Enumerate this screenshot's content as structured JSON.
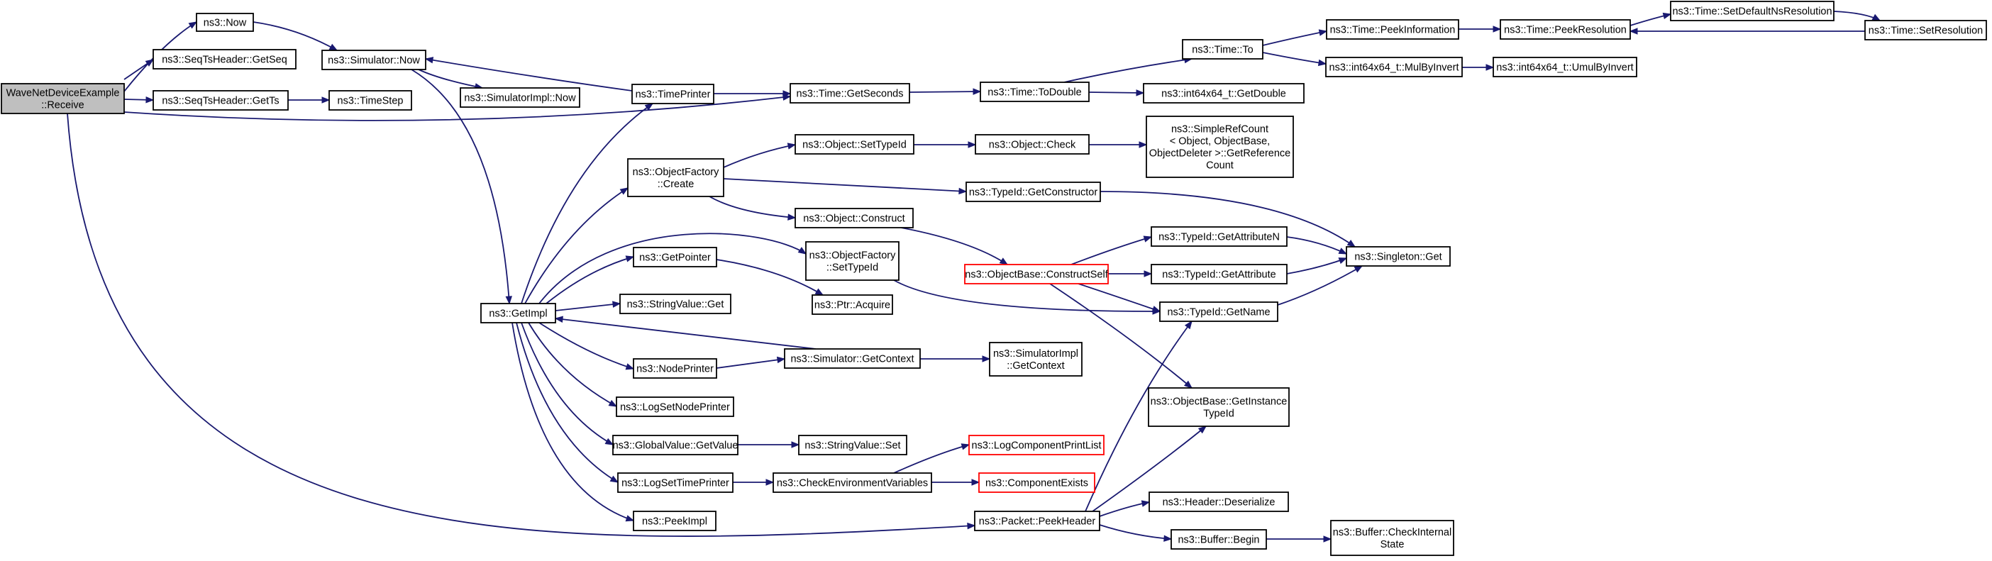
{
  "colors": {
    "node_border": "#000000",
    "node_border_missing": "#ff0000",
    "node_fill": "#ffffff",
    "root_fill": "#bfbfbf",
    "edge": "#191970"
  },
  "nodes": [
    {
      "id": "root",
      "lines": [
        "WaveNetDeviceExample",
        "::Receive"
      ]
    },
    {
      "id": "now",
      "lines": [
        "ns3::Now"
      ]
    },
    {
      "id": "getseq",
      "lines": [
        "ns3::SeqTsHeader::GetSeq"
      ]
    },
    {
      "id": "getts",
      "lines": [
        "ns3::SeqTsHeader::GetTs"
      ]
    },
    {
      "id": "timestep",
      "lines": [
        "ns3::TimeStep"
      ]
    },
    {
      "id": "simnow",
      "lines": [
        "ns3::Simulator::Now"
      ]
    },
    {
      "id": "simimplnow",
      "lines": [
        "ns3::SimulatorImpl::Now"
      ]
    },
    {
      "id": "getimpl",
      "lines": [
        "ns3::GetImpl"
      ]
    },
    {
      "id": "timeprinter",
      "lines": [
        "ns3::TimePrinter"
      ]
    },
    {
      "id": "getseconds",
      "lines": [
        "ns3::Time::GetSeconds"
      ]
    },
    {
      "id": "todouble",
      "lines": [
        "ns3::Time::ToDouble"
      ]
    },
    {
      "id": "to",
      "lines": [
        "ns3::Time::To"
      ]
    },
    {
      "id": "getdouble",
      "lines": [
        "ns3::int64x64_t::GetDouble"
      ]
    },
    {
      "id": "peekinfo",
      "lines": [
        "ns3::Time::PeekInformation"
      ]
    },
    {
      "id": "mulbyinvert",
      "lines": [
        "ns3::int64x64_t::MulByInvert"
      ]
    },
    {
      "id": "peekres",
      "lines": [
        "ns3::Time::PeekResolution"
      ]
    },
    {
      "id": "umulbyinvert",
      "lines": [
        "ns3::int64x64_t::UmulByInvert"
      ]
    },
    {
      "id": "setdefaultns",
      "lines": [
        "ns3::Time::SetDefaultNsResolution"
      ]
    },
    {
      "id": "setres",
      "lines": [
        "ns3::Time::SetResolution"
      ]
    },
    {
      "id": "ofcreate",
      "lines": [
        "ns3::ObjectFactory",
        "::Create"
      ]
    },
    {
      "id": "objsettypeid",
      "lines": [
        "ns3::Object::SetTypeId"
      ]
    },
    {
      "id": "objcheck",
      "lines": [
        "ns3::Object::Check"
      ]
    },
    {
      "id": "simplerefcount",
      "lines": [
        "ns3::SimpleRefCount",
        "< Object, ObjectBase,",
        "ObjectDeleter >::GetReference",
        "Count"
      ]
    },
    {
      "id": "getconstructor",
      "lines": [
        "ns3::TypeId::GetConstructor"
      ]
    },
    {
      "id": "objconstruct",
      "lines": [
        "ns3::Object::Construct"
      ]
    },
    {
      "id": "getpointer",
      "lines": [
        "ns3::GetPointer"
      ]
    },
    {
      "id": "ofsettypeid",
      "lines": [
        "ns3::ObjectFactory",
        "::SetTypeId"
      ]
    },
    {
      "id": "constructself",
      "lines": [
        "ns3::ObjectBase::ConstructSelf"
      ],
      "missing": true
    },
    {
      "id": "getattributen",
      "lines": [
        "ns3::TypeId::GetAttributeN"
      ]
    },
    {
      "id": "getattribute",
      "lines": [
        "ns3::TypeId::GetAttribute"
      ]
    },
    {
      "id": "singletonget",
      "lines": [
        "ns3::Singleton::Get"
      ]
    },
    {
      "id": "stringvalueget",
      "lines": [
        "ns3::StringValue::Get"
      ]
    },
    {
      "id": "ptracquire",
      "lines": [
        "ns3::Ptr::Acquire"
      ]
    },
    {
      "id": "typeidgetname",
      "lines": [
        "ns3::TypeId::GetName"
      ]
    },
    {
      "id": "nodeprinter",
      "lines": [
        "ns3::NodePrinter"
      ]
    },
    {
      "id": "simgetcontext",
      "lines": [
        "ns3::Simulator::GetContext"
      ]
    },
    {
      "id": "simimplgetcontext",
      "lines": [
        "ns3::SimulatorImpl",
        "::GetContext"
      ]
    },
    {
      "id": "logsetnodeprinter",
      "lines": [
        "ns3::LogSetNodePrinter"
      ]
    },
    {
      "id": "getinstancetypeid",
      "lines": [
        "ns3::ObjectBase::GetInstance",
        "TypeId"
      ]
    },
    {
      "id": "globalvaluegetvalue",
      "lines": [
        "ns3::GlobalValue::GetValue"
      ]
    },
    {
      "id": "stringvalueset",
      "lines": [
        "ns3::StringValue::Set"
      ]
    },
    {
      "id": "logcomponentprintlist",
      "lines": [
        "ns3::LogComponentPrintList"
      ],
      "missing": true
    },
    {
      "id": "logsettimeprinter",
      "lines": [
        "ns3::LogSetTimePrinter"
      ]
    },
    {
      "id": "checkenvvars",
      "lines": [
        "ns3::CheckEnvironmentVariables"
      ]
    },
    {
      "id": "componentexists",
      "lines": [
        "ns3::ComponentExists"
      ],
      "missing": true
    },
    {
      "id": "headerdeserialize",
      "lines": [
        "ns3::Header::Deserialize"
      ]
    },
    {
      "id": "peekheader",
      "lines": [
        "ns3::Packet::PeekHeader"
      ]
    },
    {
      "id": "peekimpl",
      "lines": [
        "ns3::PeekImpl"
      ]
    },
    {
      "id": "bufferbegin",
      "lines": [
        "ns3::Buffer::Begin"
      ]
    },
    {
      "id": "buffercheckinternal",
      "lines": [
        "ns3::Buffer::CheckInternal",
        "State"
      ]
    }
  ],
  "edges": [
    [
      "root",
      "now"
    ],
    [
      "root",
      "getseq"
    ],
    [
      "root",
      "getts"
    ],
    [
      "root",
      "getseconds"
    ],
    [
      "root",
      "peekheader"
    ],
    [
      "now",
      "simnow"
    ],
    [
      "getts",
      "timestep"
    ],
    [
      "simnow",
      "simimplnow"
    ],
    [
      "simnow",
      "getimpl"
    ],
    [
      "timeprinter",
      "simnow"
    ],
    [
      "timeprinter",
      "getseconds"
    ],
    [
      "getseconds",
      "todouble"
    ],
    [
      "todouble",
      "to"
    ],
    [
      "todouble",
      "getdouble"
    ],
    [
      "to",
      "peekinfo"
    ],
    [
      "to",
      "mulbyinvert"
    ],
    [
      "peekinfo",
      "peekres"
    ],
    [
      "mulbyinvert",
      "umulbyinvert"
    ],
    [
      "peekres",
      "setdefaultns"
    ],
    [
      "setdefaultns",
      "setres"
    ],
    [
      "setres",
      "peekres"
    ],
    [
      "getimpl",
      "timeprinter"
    ],
    [
      "getimpl",
      "ofcreate"
    ],
    [
      "getimpl",
      "ofsettypeid"
    ],
    [
      "getimpl",
      "getpointer"
    ],
    [
      "getimpl",
      "stringvalueget"
    ],
    [
      "getimpl",
      "nodeprinter"
    ],
    [
      "getimpl",
      "logsetnodeprinter"
    ],
    [
      "getimpl",
      "globalvaluegetvalue"
    ],
    [
      "getimpl",
      "logsettimeprinter"
    ],
    [
      "getimpl",
      "peekimpl"
    ],
    [
      "ofcreate",
      "objsettypeid"
    ],
    [
      "ofcreate",
      "getconstructor"
    ],
    [
      "ofcreate",
      "objconstruct"
    ],
    [
      "objsettypeid",
      "objcheck"
    ],
    [
      "objcheck",
      "simplerefcount"
    ],
    [
      "getconstructor",
      "singletonget"
    ],
    [
      "objconstruct",
      "constructself"
    ],
    [
      "constructself",
      "getattributen"
    ],
    [
      "constructself",
      "getattribute"
    ],
    [
      "constructself",
      "typeidgetname"
    ],
    [
      "constructself",
      "getinstancetypeid"
    ],
    [
      "getattributen",
      "singletonget"
    ],
    [
      "getattribute",
      "singletonget"
    ],
    [
      "typeidgetname",
      "singletonget"
    ],
    [
      "ofsettypeid",
      "typeidgetname"
    ],
    [
      "getpointer",
      "ptracquire"
    ],
    [
      "nodeprinter",
      "simgetcontext"
    ],
    [
      "simgetcontext",
      "getimpl"
    ],
    [
      "simgetcontext",
      "simimplgetcontext"
    ],
    [
      "globalvaluegetvalue",
      "stringvalueset"
    ],
    [
      "logsettimeprinter",
      "checkenvvars"
    ],
    [
      "checkenvvars",
      "logcomponentprintlist"
    ],
    [
      "checkenvvars",
      "componentexists"
    ],
    [
      "peekheader",
      "typeidgetname"
    ],
    [
      "peekheader",
      "getinstancetypeid"
    ],
    [
      "peekheader",
      "headerdeserialize"
    ],
    [
      "peekheader",
      "bufferbegin"
    ],
    [
      "bufferbegin",
      "buffercheckinternal"
    ]
  ]
}
